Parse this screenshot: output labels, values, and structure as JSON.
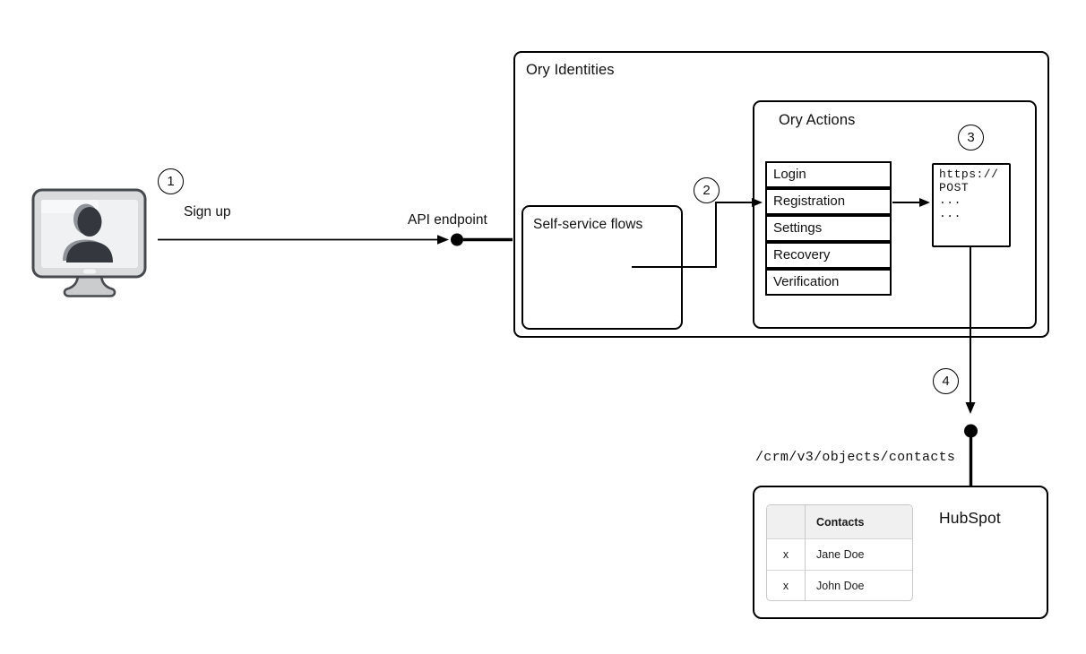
{
  "badges": [
    "1",
    "2",
    "3",
    "4"
  ],
  "labels": {
    "sign_up": "Sign up",
    "api_endpoint": "API endpoint",
    "crm_path": "/crm/v3/objects/contacts"
  },
  "ory_identities": {
    "title": "Ory Identities"
  },
  "self_service": {
    "title": "Self-service flows"
  },
  "ory_actions": {
    "title": "Ory Actions",
    "flows": [
      "Login",
      "Registration",
      "Settings",
      "Recovery",
      "Verification"
    ]
  },
  "webhook": {
    "lines": [
      "https://",
      "POST",
      "...",
      "..."
    ]
  },
  "hubspot": {
    "title": "HubSpot",
    "table": {
      "header": "Contacts",
      "rows": [
        {
          "mark": "x",
          "name": "Jane Doe"
        },
        {
          "mark": "x",
          "name": "John Doe"
        }
      ]
    }
  },
  "icons": {
    "user_terminal": "user-terminal-icon",
    "endpoint_dot": "endpoint-dot-icon"
  },
  "colors": {
    "line": "#000000",
    "monitor_frame": "#46494e",
    "monitor_body": "#d9dbdd",
    "screen": "#eff1f2",
    "screen_highlight": "#f8f9fa",
    "silhouette": "#34383e",
    "silhouette_highlight": "#8f9399",
    "stand_fill": "#caccce",
    "table_border": "#c9c9c9",
    "table_header_bg": "#f0f0f1"
  }
}
